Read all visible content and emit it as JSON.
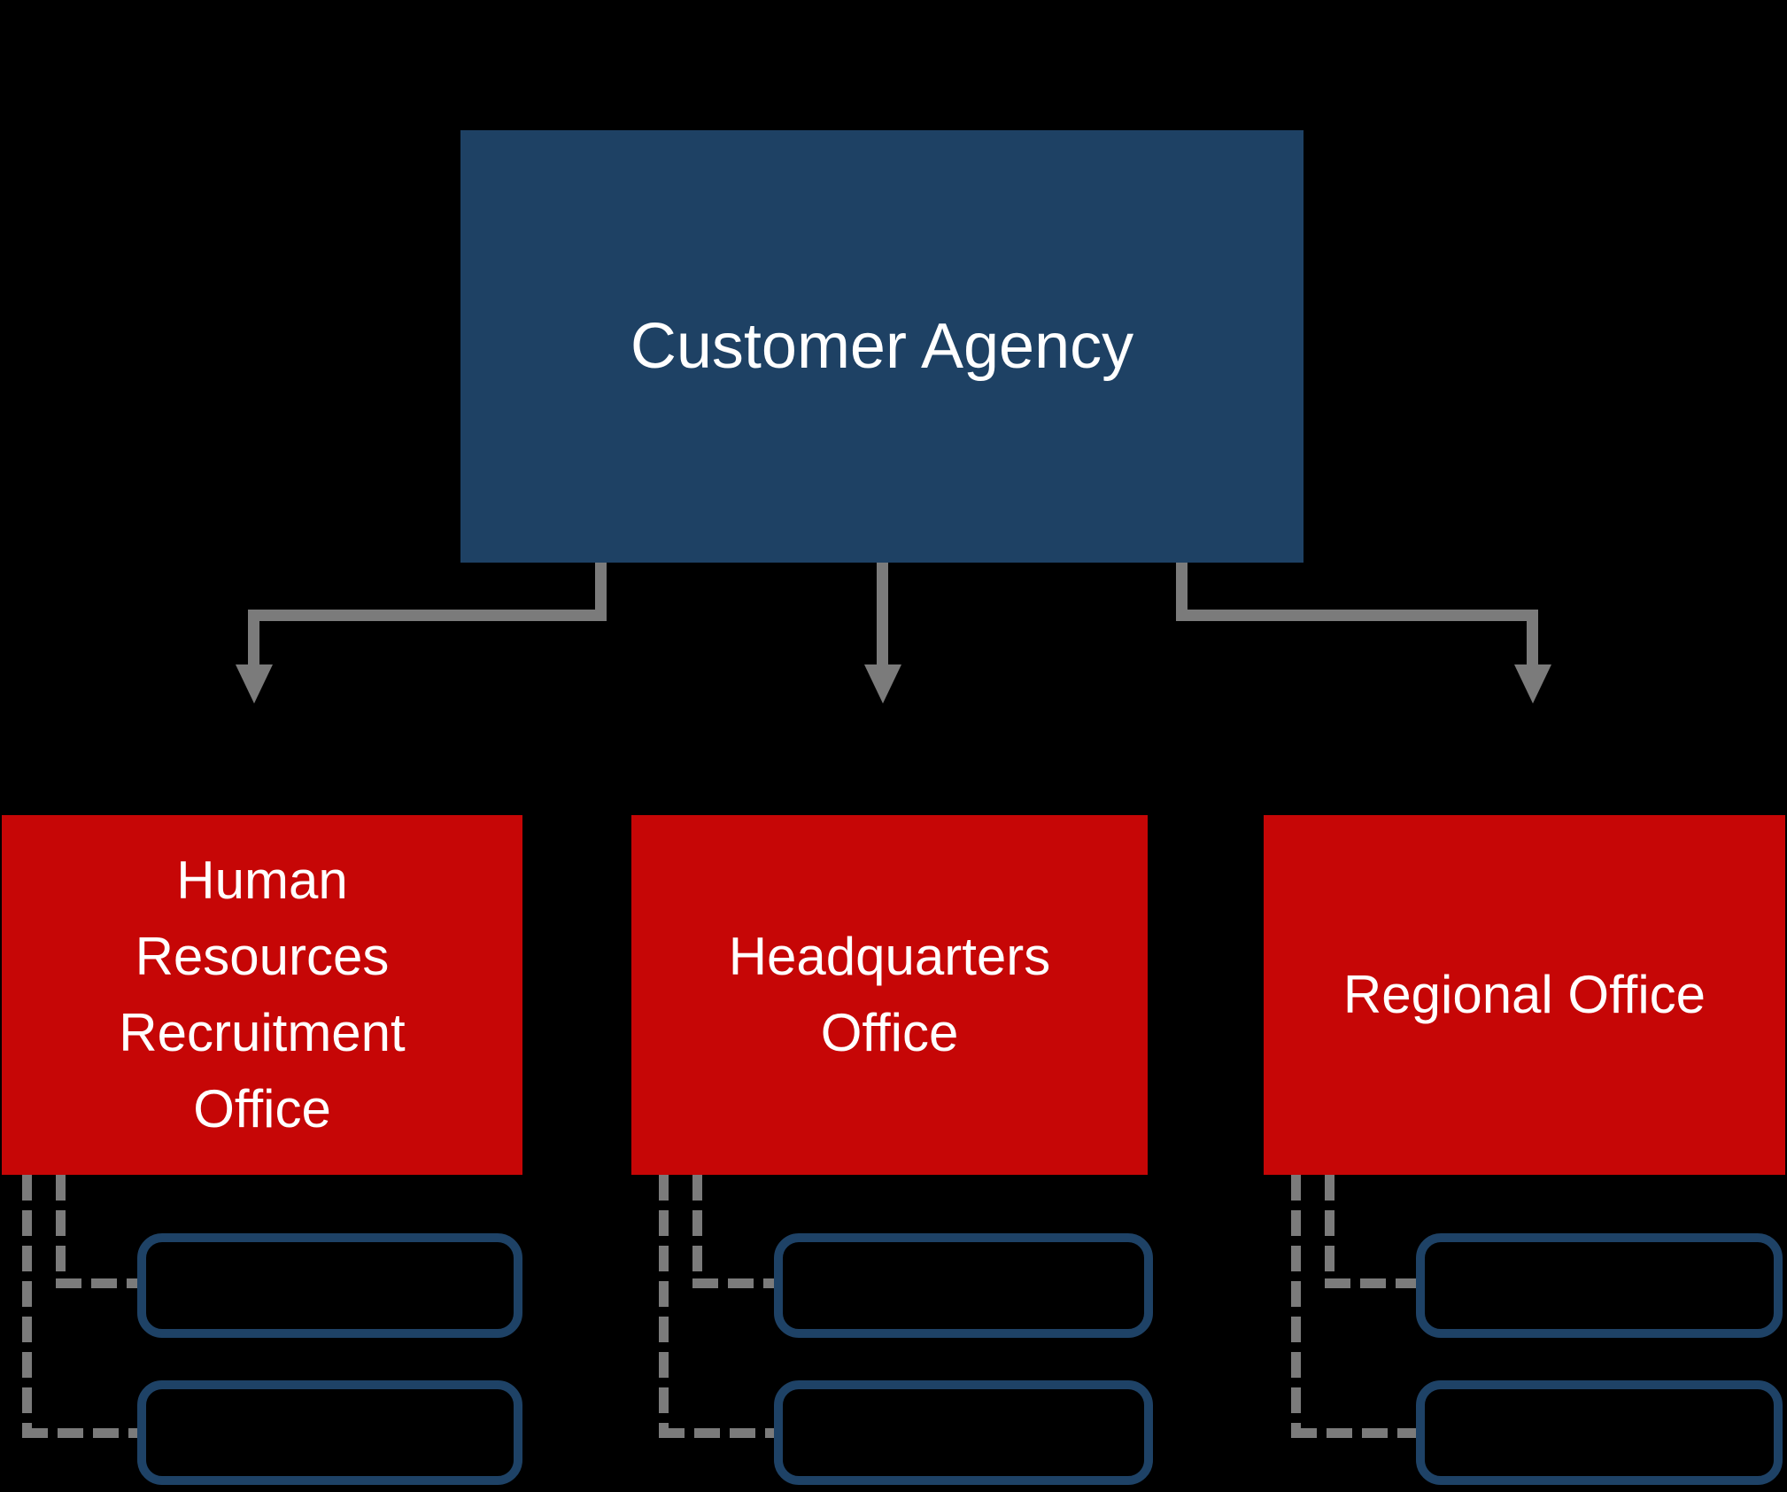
{
  "colors": {
    "bg": "#000000",
    "node-blue": "#1E4164",
    "node-red": "#C60606",
    "connector-gray": "#7B7B7B",
    "outline-navy": "#1E4266",
    "text-white": "#FFFFFF"
  },
  "root": {
    "label": "Customer Agency"
  },
  "offices": [
    {
      "name": "human-resources-recruitment-office",
      "label": "Human Resources Recruitment Office",
      "label_lines": [
        "Human",
        "Resources",
        "Recruitment",
        "Office"
      ],
      "sub_boxes": 2
    },
    {
      "name": "headquarters-office",
      "label": "Headquarters Office",
      "label_lines": [
        "Headquarters",
        "Office"
      ],
      "sub_boxes": 2
    },
    {
      "name": "regional-office",
      "label": "Regional Office",
      "label_lines": [
        "Regional Office"
      ],
      "sub_boxes": 2
    }
  ]
}
